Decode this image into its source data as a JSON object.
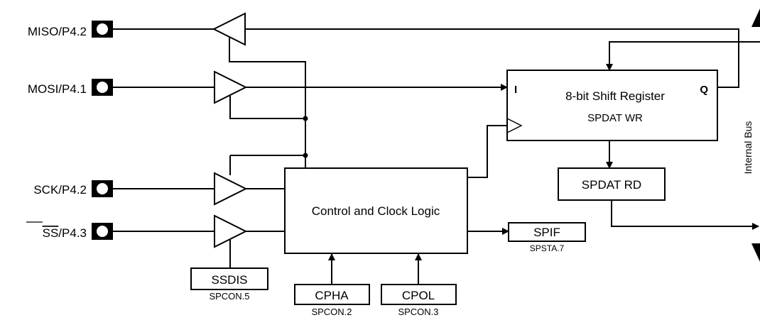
{
  "pins": {
    "miso": "MISO/P4.2",
    "mosi": "MOSI/P4.1",
    "sck": "SCK/P4.2",
    "ss_bar": "SS",
    "ss_rest": "/P4.3"
  },
  "shift_register": {
    "title": "8-bit Shift Register",
    "subtitle": "SPDAT WR",
    "input_label": "I",
    "output_label": "Q"
  },
  "spdat_rd": "SPDAT RD",
  "control": "Control and Clock Logic",
  "spif": {
    "name": "SPIF",
    "register": "SPSTA.7"
  },
  "ssdis": {
    "name": "SSDIS",
    "register": "SPCON.5"
  },
  "cpha": {
    "name": "CPHA",
    "register": "SPCON.2"
  },
  "cpol": {
    "name": "CPOL",
    "register": "SPCON.3"
  },
  "bus_label": "Internal Bus"
}
